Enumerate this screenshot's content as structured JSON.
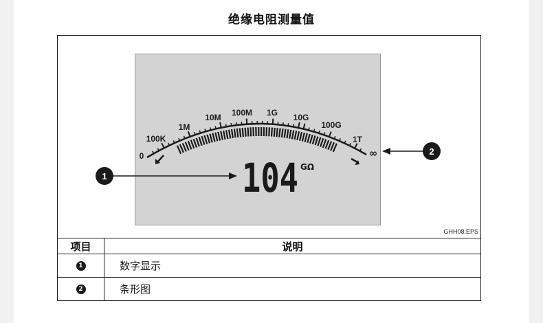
{
  "title": "绝缘电阻测量值",
  "display": {
    "scale_labels": [
      "0",
      "100K",
      "1M",
      "10M",
      "100M",
      "1G",
      "10G",
      "100G",
      "1T",
      "∞"
    ],
    "reading": "104",
    "unit": "GΩ"
  },
  "callouts": [
    "1",
    "2"
  ],
  "source_label": "GHH08.EPS",
  "table": {
    "headers": [
      "项目",
      "说明"
    ],
    "rows": [
      {
        "num": "1",
        "desc": "数字显示"
      },
      {
        "num": "2",
        "desc": "条形图"
      }
    ]
  },
  "colors": {
    "lcd_background": "#d3d3d3",
    "ink": "#1a1a1a"
  }
}
